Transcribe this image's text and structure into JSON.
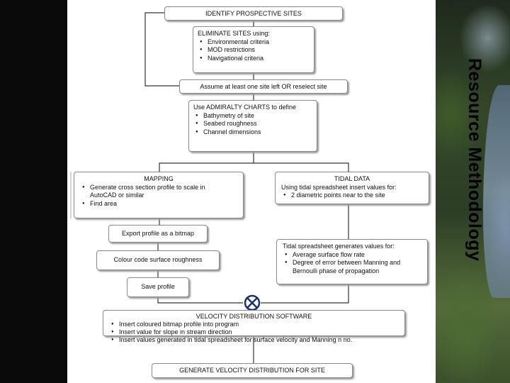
{
  "slide": {
    "title": "Resource Methodology"
  },
  "flowchart": {
    "identify": "IDENTIFY PROSPECTIVE SITES",
    "eliminate": {
      "heading": "ELIMINATE SITES using:",
      "items": [
        "Environmental criteria",
        "MOD restrictions",
        "Navigational criteria"
      ]
    },
    "assume": "Assume at least one site left OR reselect site",
    "admiralty": {
      "heading": "Use ADMIRALTY CHARTS to define",
      "items": [
        "Bathymetry of site",
        "Seabed roughness",
        "Channel dimensions"
      ]
    },
    "mapping": {
      "heading": "MAPPING",
      "items": [
        "Generate cross section profile to scale in AutoCAD or similar",
        "Find area"
      ]
    },
    "tidal": {
      "heading": "TIDAL DATA",
      "line": "Using tidal spreadsheet insert values for:",
      "items": [
        "2 diametric points near to the site"
      ]
    },
    "export": "Export profile as a bitmap",
    "colour": "Colour code surface roughness",
    "save": "Save profile",
    "tidal_generates": {
      "heading": "Tidal spreadsheet generates values for:",
      "items": [
        "Average surface flow rate",
        "Degree of error between Manning and Bernoulli phase of propagation"
      ]
    },
    "velocity": {
      "heading": "VELOCITY DISTRIBUTION SOFTWARE",
      "items": [
        "Insert coloured bitmap profile into program",
        "Insert value for slope in stream direction",
        "Insert values generated in tidal spreadsheet for surface velocity and Manning n no."
      ]
    },
    "generate": "GENERATE VELOCITY DISTRIBUTION FOR SITE"
  }
}
